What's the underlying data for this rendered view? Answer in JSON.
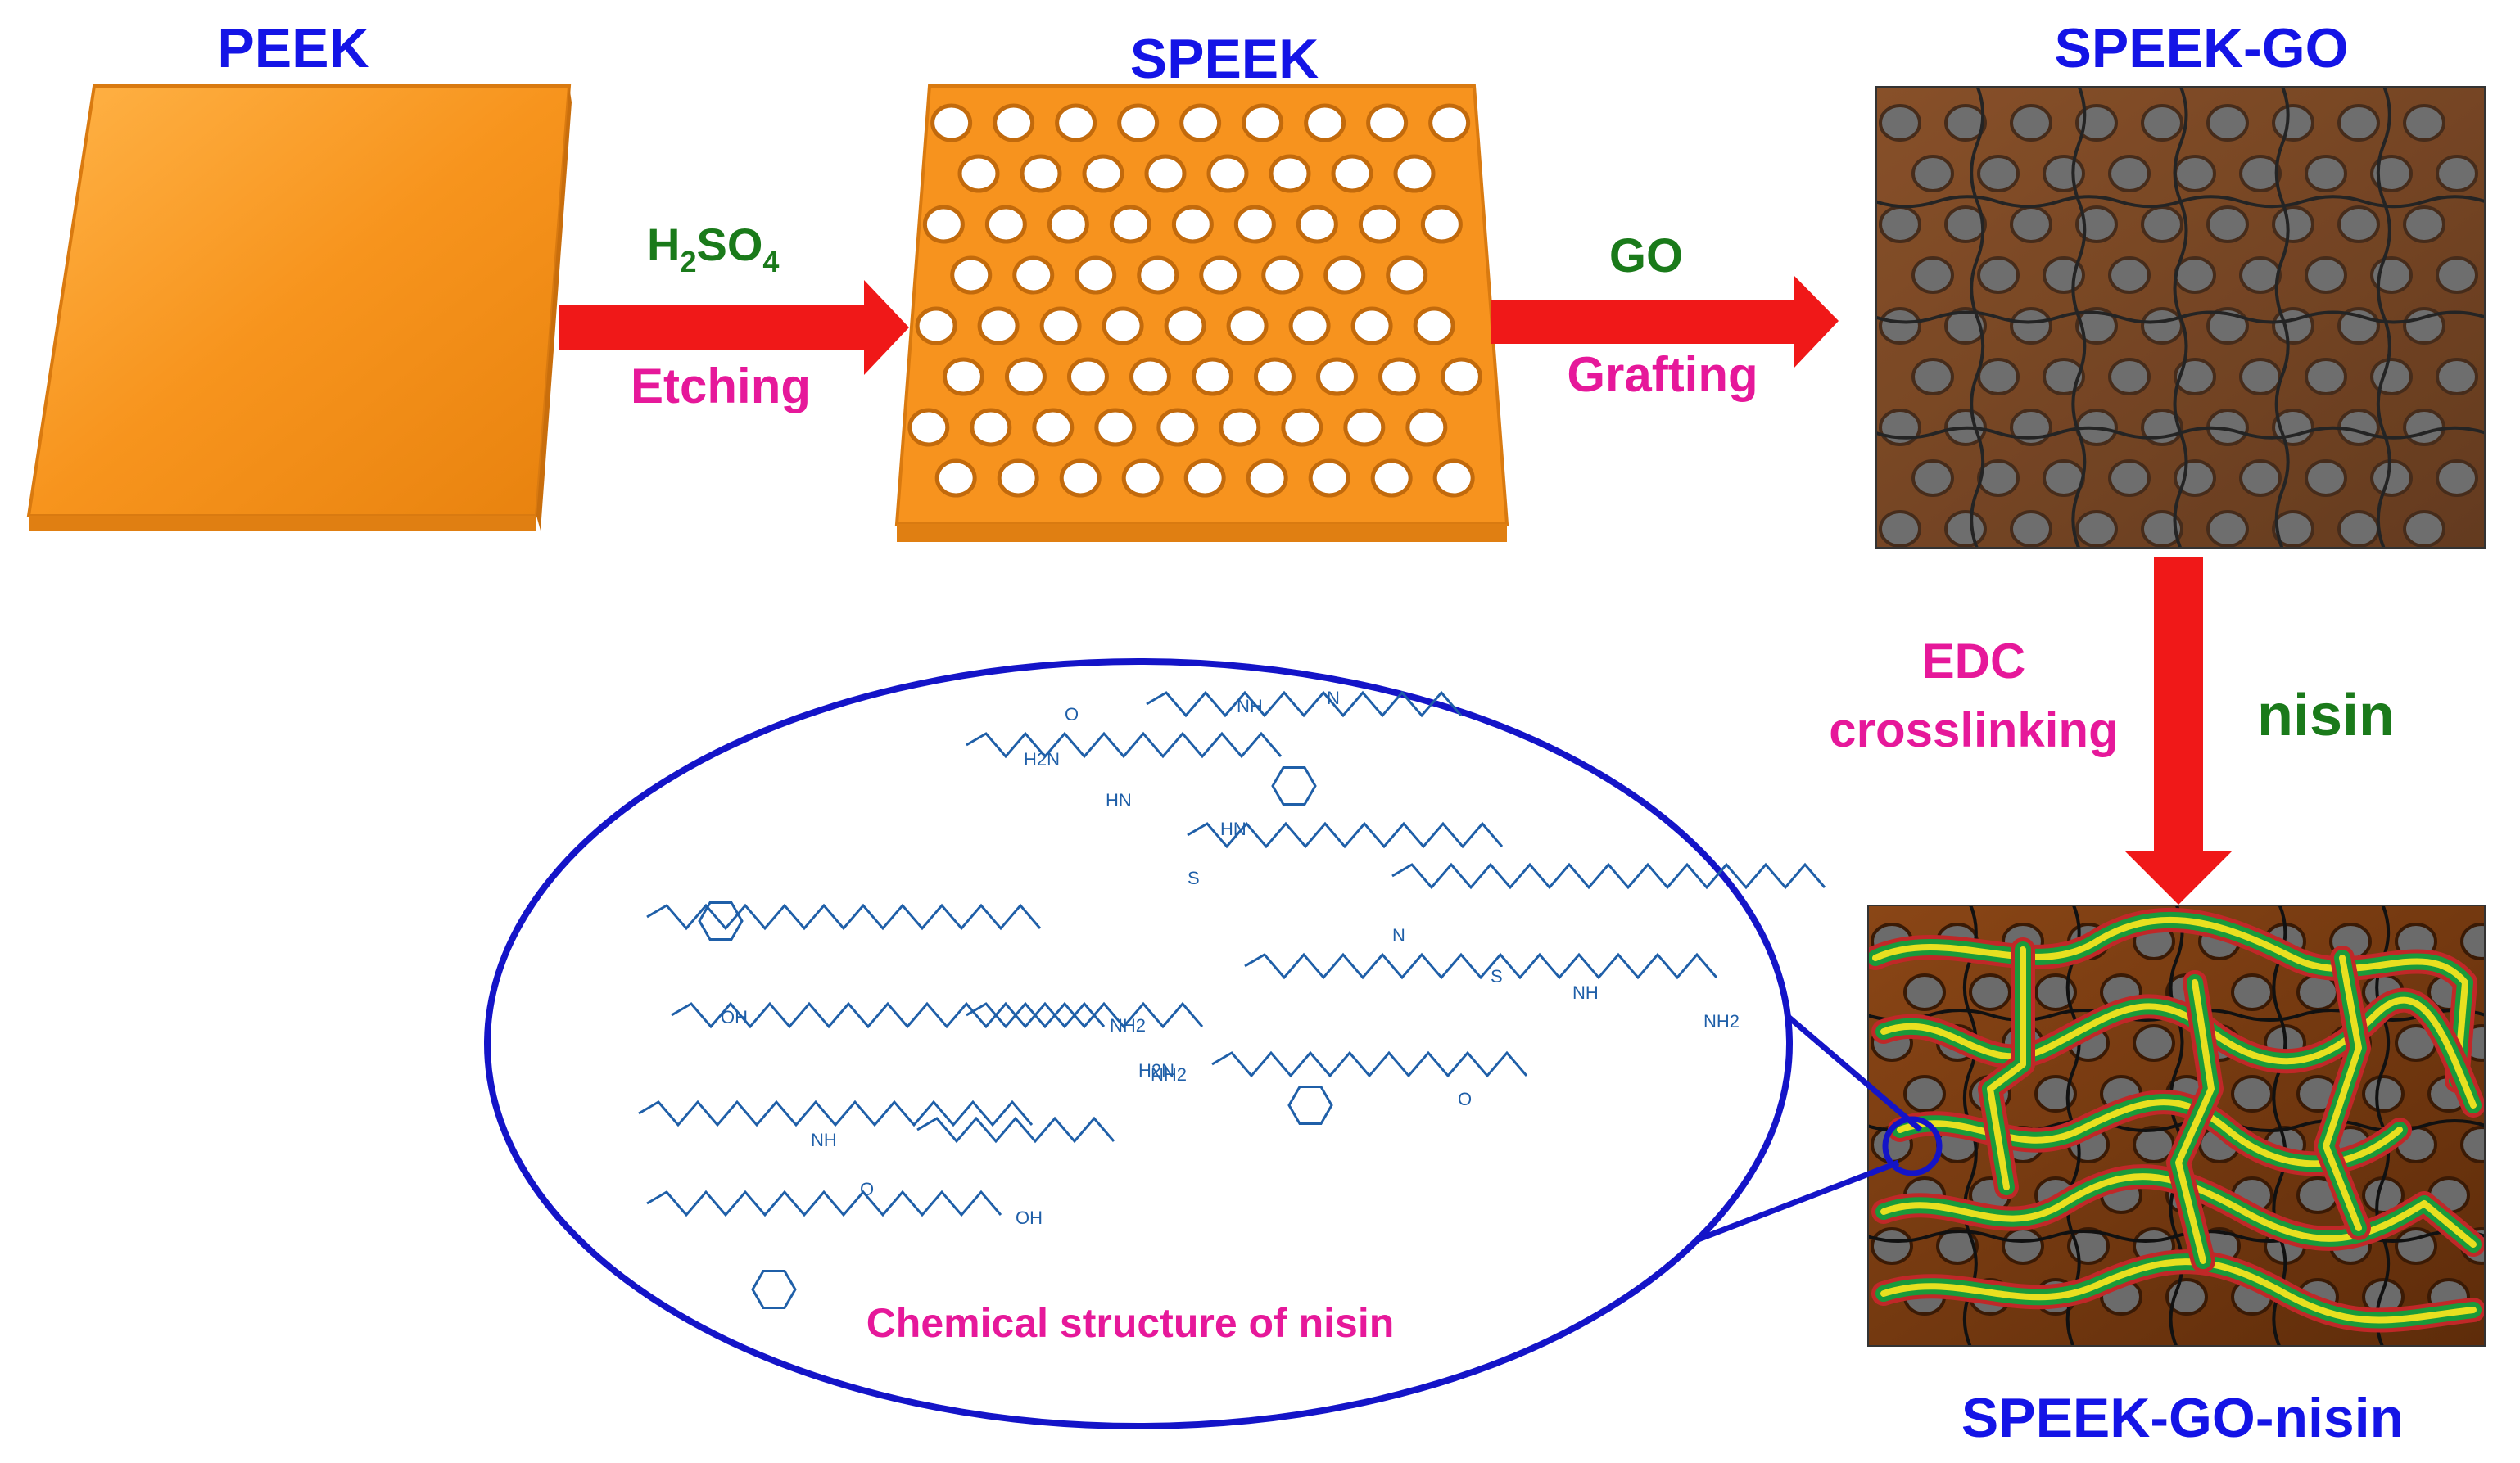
{
  "labels": {
    "peek": "PEEK",
    "speek": "SPEEK",
    "speek_go": "SPEEK-GO",
    "speek_go_nisin": "SPEEK-GO-nisin"
  },
  "steps": {
    "step1_reagent": "H",
    "step1_reagent_sub1": "2",
    "step1_reagent_mid": "SO",
    "step1_reagent_sub2": "4",
    "step1_process": "Etching",
    "step2_reagent": "GO",
    "step2_process": "Grafting",
    "step3_process_line1": "EDC",
    "step3_process_line2": "crosslinking",
    "step3_reagent": "nisin"
  },
  "inset": {
    "caption": "Chemical structure of nisin",
    "atom_labels": [
      "H2N",
      "O",
      "HN",
      "NH",
      "N",
      "S",
      "OH",
      "NH2",
      "NH2",
      "OH",
      "H2N",
      "NH2",
      "O",
      "NH",
      "HN",
      "N",
      "S",
      "NH",
      "O"
    ]
  },
  "colors": {
    "title_blue": "#1414e6",
    "reagent_green": "#1a7a1a",
    "process_magenta": "#e6189a",
    "arrow_red": "#f01818",
    "peek_orange": "#f7931e",
    "go_brown": "#7a3b10",
    "ellipse_blue": "#1414c8",
    "structure_blue": "#1f5fa8"
  }
}
